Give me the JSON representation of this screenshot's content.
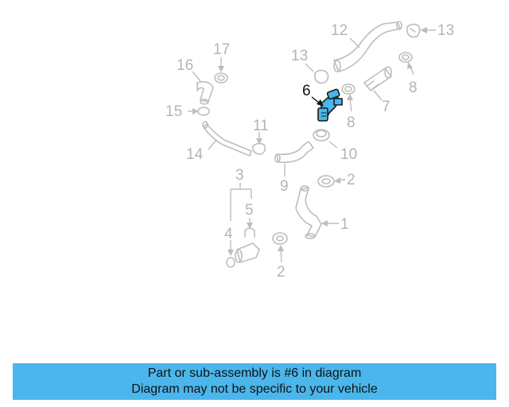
{
  "diagram": {
    "callouts": [
      "1",
      "2",
      "2",
      "3",
      "4",
      "5",
      "6",
      "7",
      "8",
      "8",
      "9",
      "10",
      "11",
      "12",
      "13",
      "13",
      "14",
      "15",
      "16",
      "17"
    ],
    "highlight_color": "#4ab6ec",
    "muted_color": "#bdbdbd"
  },
  "banner": {
    "line1": "Part or sub-assembly is #6 in diagram",
    "line2": "Diagram may not be specific to your vehicle"
  }
}
